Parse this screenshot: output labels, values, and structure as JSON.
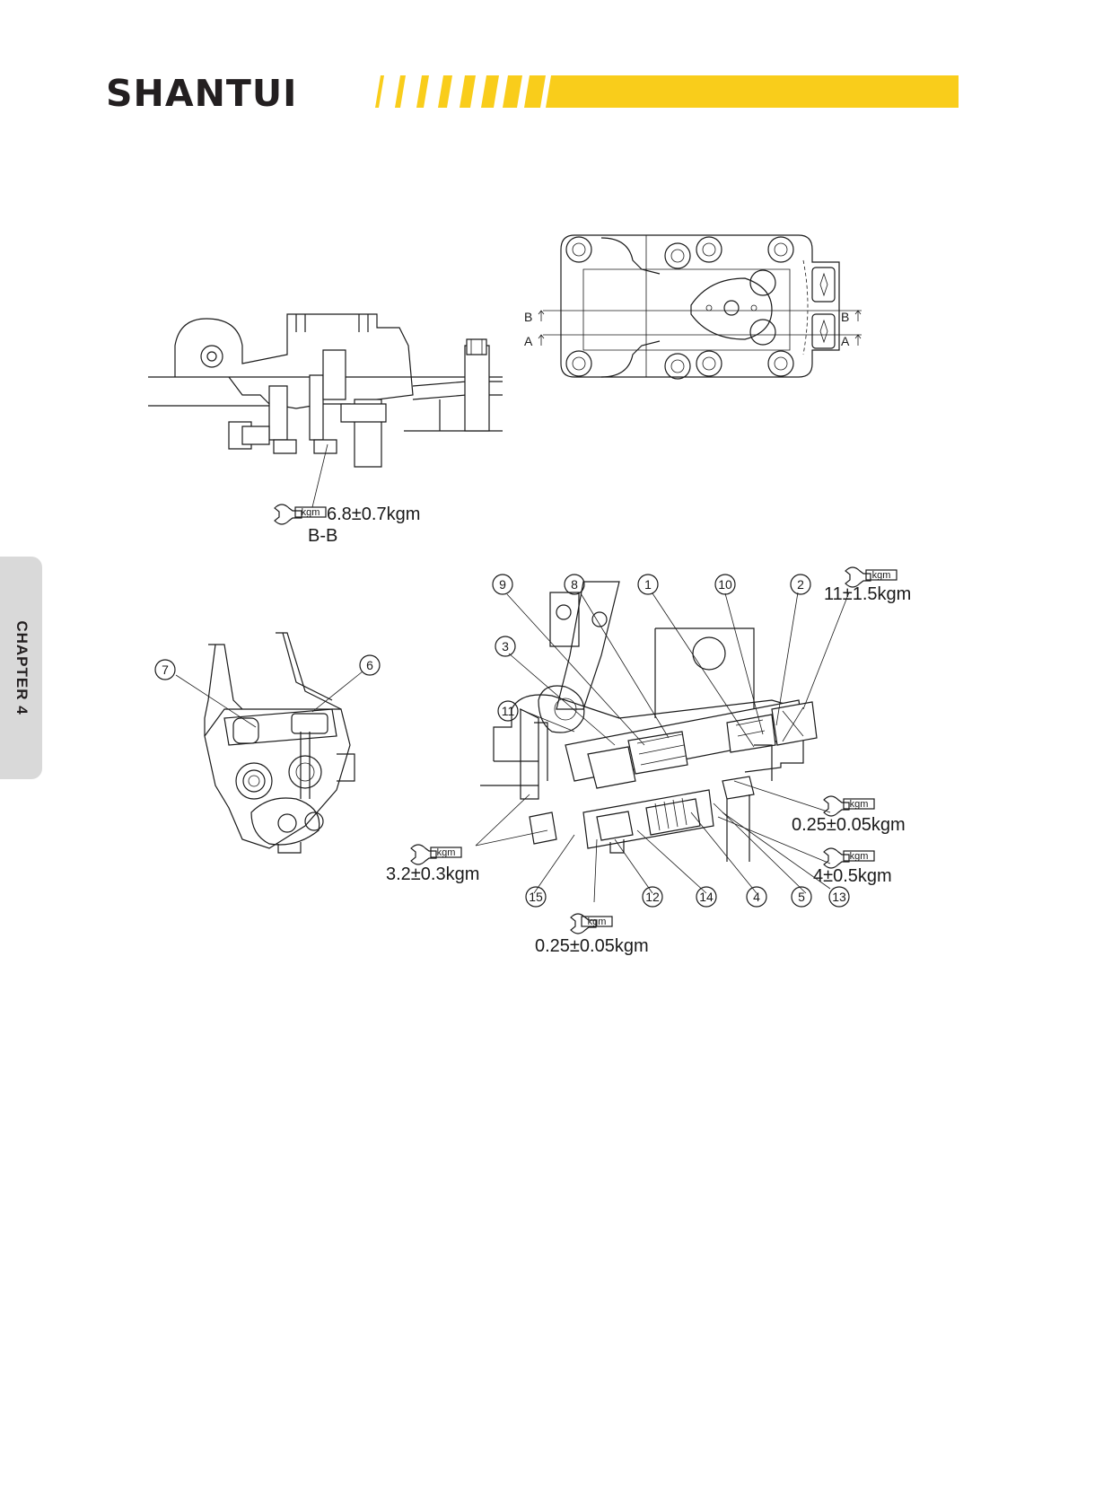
{
  "header": {
    "logo_text": "SHANTUI",
    "accent_color": "#f9cd1b",
    "logo_color": "#231f20"
  },
  "side_tab": {
    "label": "CHAPTER 4",
    "color": "#d9d9d9"
  },
  "figure_bb": {
    "torque_unit": "kgm",
    "torque_value": "6.8±0.7kgm",
    "section_label": "B-B"
  },
  "figure_top_view": {
    "section_marks": [
      "B",
      "A",
      "B",
      "A"
    ]
  },
  "figure_left": {
    "callouts": [
      "7",
      "6"
    ]
  },
  "figure_main": {
    "callouts_top": [
      "9",
      "8",
      "1",
      "10",
      "2"
    ],
    "callouts_left": [
      "3",
      "11"
    ],
    "callouts_bottom": [
      "15",
      "12",
      "14",
      "4",
      "5",
      "13"
    ],
    "torque_unit": "kgm",
    "torque_top": "11±1.5kgm",
    "torque_right_1": "0.25±0.05kgm",
    "torque_right_2": "4±0.5kgm",
    "torque_left": "3.2±0.3kgm",
    "torque_bottom": "0.25±0.05kgm"
  }
}
